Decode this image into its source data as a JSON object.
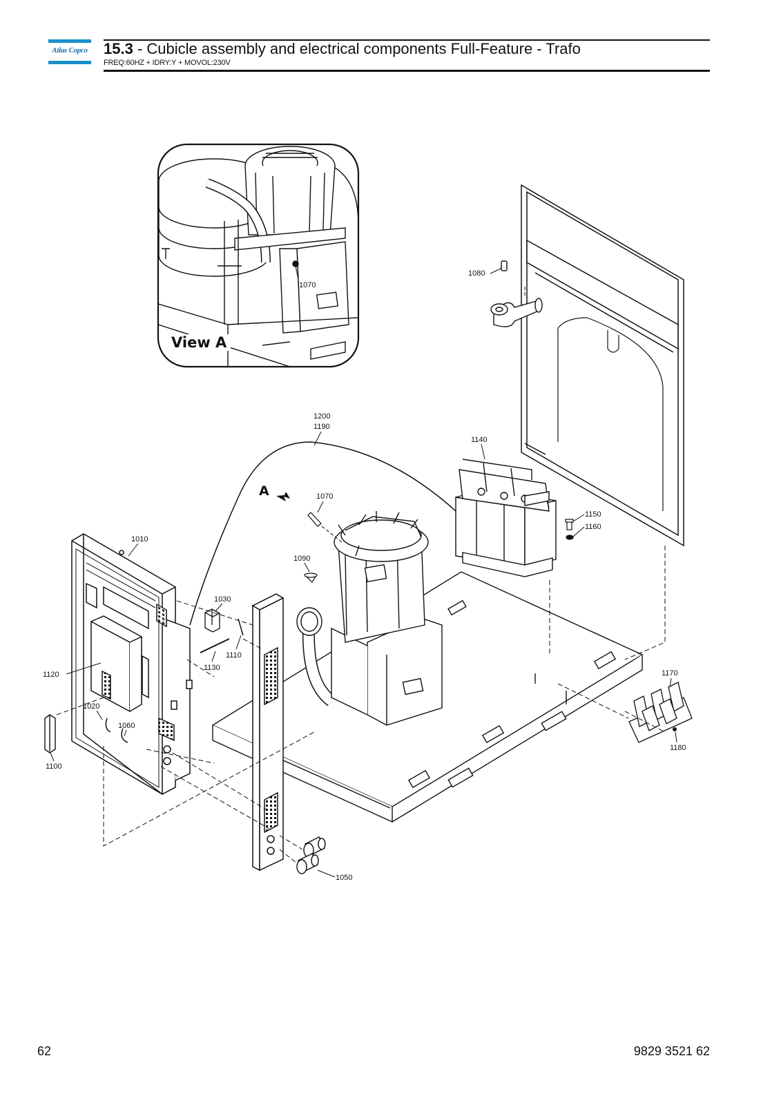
{
  "header": {
    "brand": "Atlas Copco",
    "section_number": "15.3",
    "section_title": " - Cubicle assembly and electrical components Full-Feature - Trafo",
    "subtitle": "FREQ:60HZ + IDRY:Y + MOVOL:230V"
  },
  "drawing": {
    "detail_view_label": "View A",
    "view_marker": "A",
    "callouts": {
      "c1070_detail": "1070",
      "c1080": "1080",
      "c1200": "1200",
      "c1190": "1190",
      "c1140": "1140",
      "c1070": "1070",
      "c1150": "1150",
      "c1160": "1160",
      "c1010": "1010",
      "c1090": "1090",
      "c1030": "1030",
      "c1110": "1110",
      "c1130": "1130",
      "c1120": "1120",
      "c1020": "1020",
      "c1060": "1060",
      "c1100": "1100",
      "c1170": "1170",
      "c1180": "1180",
      "c1050": "1050"
    }
  },
  "footer": {
    "page_number": "62",
    "document_number": "9829 3521 62"
  }
}
